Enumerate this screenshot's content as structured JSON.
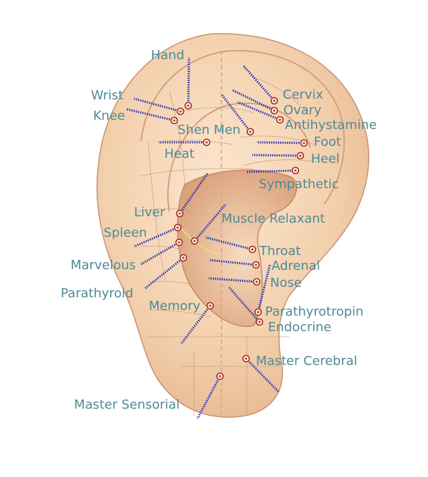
{
  "labels": {
    "hand": "Hand",
    "wrist": "Wrist",
    "knee": "Knee",
    "shen_men": "Shen Men",
    "heat": "Heat",
    "cervix": "Cervix",
    "ovary": "Ovary",
    "antihystamine": "Antihystamine",
    "foot": "Foot",
    "heel": "Heel",
    "sympathetic": "Sympathetic",
    "liver": "Liver",
    "spleen": "Spleen",
    "muscle_relaxant": "Muscle Relaxant",
    "throat": "Throat",
    "marvelous": "Marvelous",
    "adrenal": "Adrenal",
    "nose": "Nose",
    "parathyroid": "Parathyroid",
    "memory": "Memory",
    "parathyrotropin": "Parathyrotropin",
    "endocrine": "Endocrine",
    "master_cerebral": "Master Cerebral",
    "master_sensorial": "Master Sensorial"
  },
  "colors": {
    "label_text": "#4f8a96",
    "needle": "#2b35b0",
    "point_ring": "#9a2a1a",
    "point_dot": "#d8472a",
    "skin_light": "#f7dcc0",
    "skin_mid": "#efc59e",
    "skin_shadow": "#d9a27a",
    "guide_line": "#e0a080"
  }
}
